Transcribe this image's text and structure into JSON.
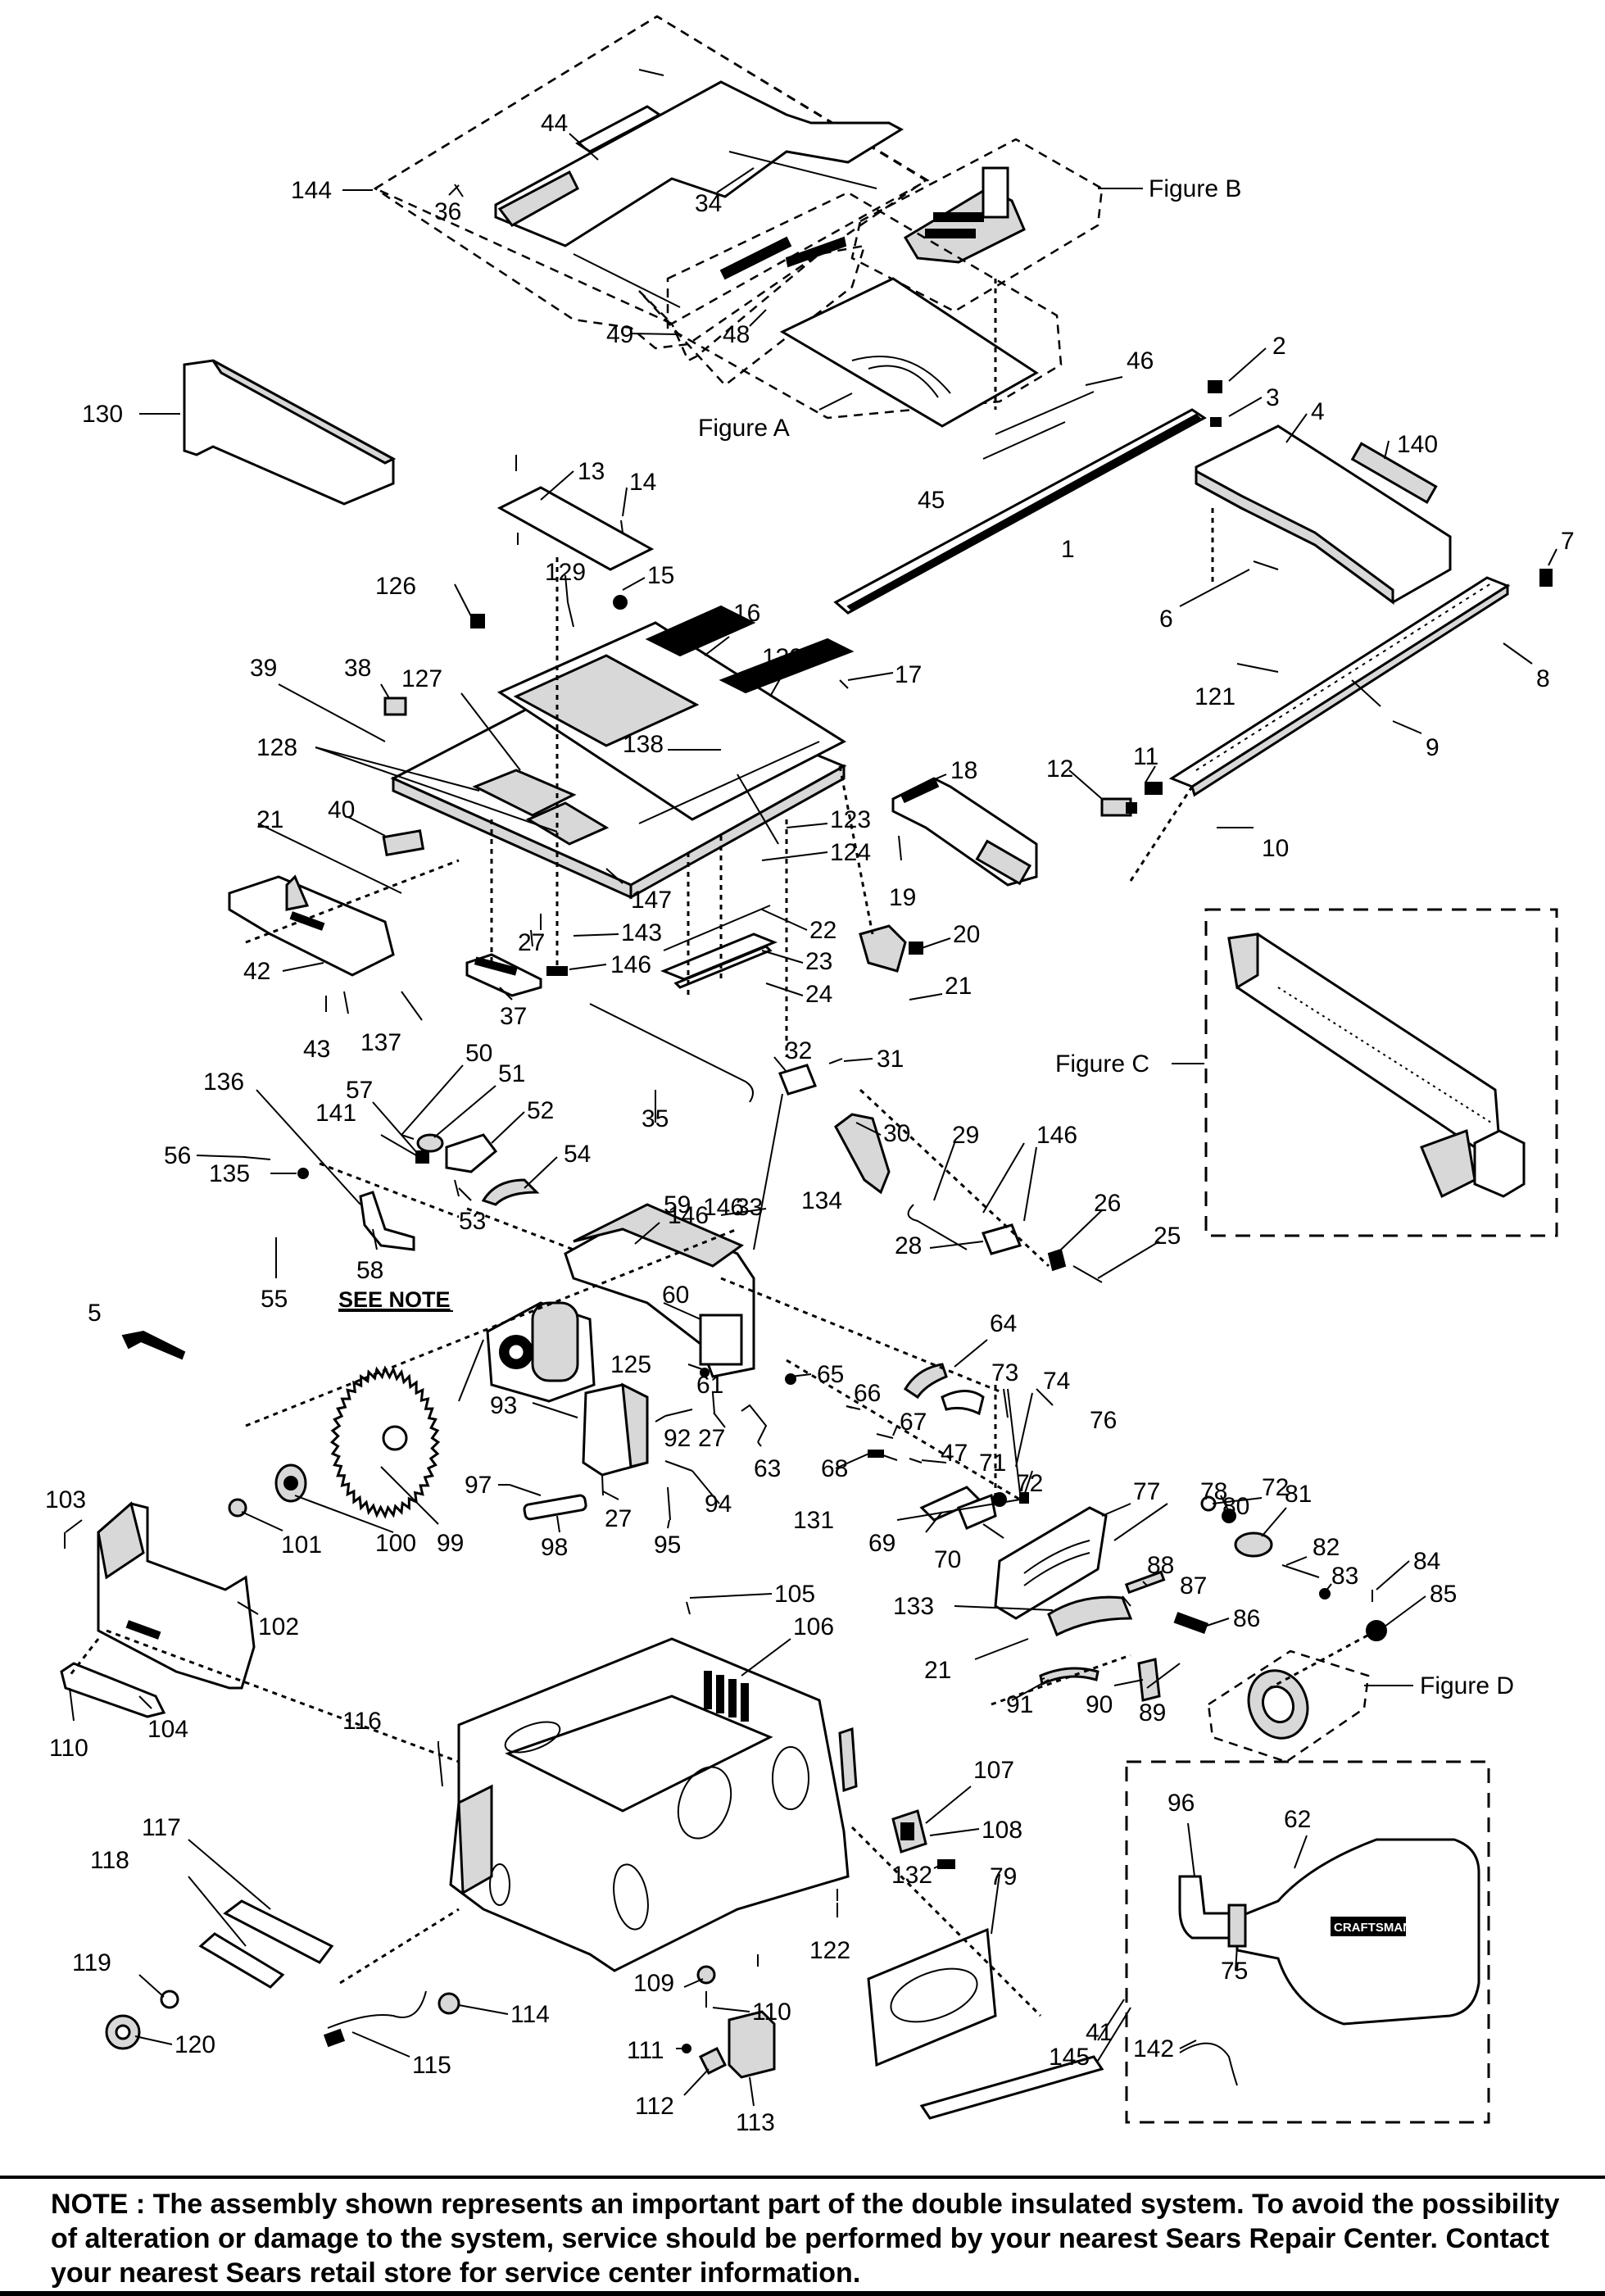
{
  "figure_labels": {
    "a": "Figure A",
    "b": "Figure B",
    "c": "Figure C",
    "d": "Figure D"
  },
  "see_note": "SEE NOTE",
  "watermark": "CRAFTSMAN",
  "callouts": {
    "c1": "1",
    "c2": "2",
    "c3": "3",
    "c4": "4",
    "c5": "5",
    "c6": "6",
    "c7": "7",
    "c8": "8",
    "c9": "9",
    "c10": "10",
    "c11": "11",
    "c12": "12",
    "c13": "13",
    "c14": "14",
    "c15": "15",
    "c16": "16",
    "c17": "17",
    "c18": "18",
    "c19": "19",
    "c20": "20",
    "c21a": "21",
    "c21b": "21",
    "c21c": "21",
    "c22": "22",
    "c23": "23",
    "c24": "24",
    "c25": "25",
    "c26": "26",
    "c27a": "27",
    "c27b": "27",
    "c27c": "27",
    "c28": "28",
    "c29": "29",
    "c30": "30",
    "c31": "31",
    "c32": "32",
    "c33": "33",
    "c34": "34",
    "c35": "35",
    "c36": "36",
    "c37": "37",
    "c38": "38",
    "c39": "39",
    "c40": "40",
    "c41": "41",
    "c42": "42",
    "c43": "43",
    "c44": "44",
    "c45": "45",
    "c46": "46",
    "c47": "47",
    "c48": "48",
    "c49": "49",
    "c50": "50",
    "c51": "51",
    "c52": "52",
    "c53": "53",
    "c54": "54",
    "c55": "55",
    "c56": "56",
    "c57": "57",
    "c58": "58",
    "c59": "59",
    "c60": "60",
    "c61": "61",
    "c62": "62",
    "c63": "63",
    "c64": "64",
    "c65": "65",
    "c66": "66",
    "c67": "67",
    "c68": "68",
    "c69": "69",
    "c70": "70",
    "c71": "71",
    "c72a": "72",
    "c72b": "72",
    "c73": "73",
    "c74": "74",
    "c75": "75",
    "c76": "76",
    "c77": "77",
    "c78": "78",
    "c79": "79",
    "c80": "80",
    "c81": "81",
    "c82": "82",
    "c83": "83",
    "c84": "84",
    "c85": "85",
    "c86": "86",
    "c87": "87",
    "c88": "88",
    "c89": "89",
    "c90": "90",
    "c91": "91",
    "c92": "92",
    "c93": "93",
    "c94": "94",
    "c95": "95",
    "c96": "96",
    "c97": "97",
    "c98": "98",
    "c99": "99",
    "c100": "100",
    "c101": "101",
    "c102": "102",
    "c103": "103",
    "c104": "104",
    "c105": "105",
    "c106": "106",
    "c107": "107",
    "c108": "108",
    "c109": "109",
    "c110a": "110",
    "c110b": "110",
    "c111": "111",
    "c112": "112",
    "c113": "113",
    "c114": "114",
    "c115": "115",
    "c116": "116",
    "c117": "117",
    "c118": "118",
    "c119": "119",
    "c120": "120",
    "c121": "121",
    "c122": "122",
    "c123": "123",
    "c124": "124",
    "c125": "125",
    "c126": "126",
    "c127": "127",
    "c128": "128",
    "c129": "129",
    "c130": "130",
    "c131": "131",
    "c132": "132",
    "c133": "133",
    "c134": "134",
    "c135": "135",
    "c136": "136",
    "c137": "137",
    "c138": "138",
    "c139": "139",
    "c140": "140",
    "c141": "141",
    "c142": "142",
    "c143": "143",
    "c144": "144",
    "c145": "145",
    "c146a": "146",
    "c146b": "146",
    "c146c": "146",
    "c146d": "146",
    "c147": "147"
  },
  "note": {
    "text": "NOTE : The assembly shown represents an important part of the double insulated system. To avoid the possibility of alteration or damage to the system, service should be performed by your nearest Sears Repair Center. Contact your nearest Sears retail store for service center information."
  }
}
